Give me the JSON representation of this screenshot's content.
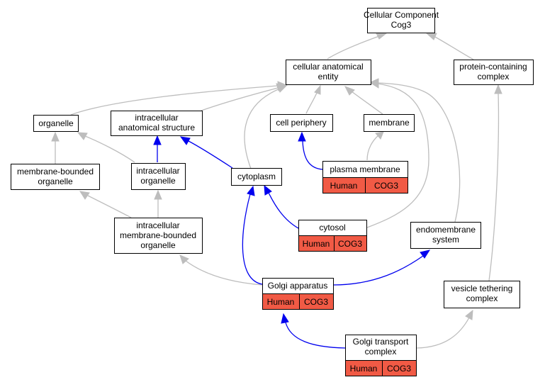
{
  "colors": {
    "is_a_edge": "#bdbdbd",
    "part_of_edge": "#0000ee",
    "annotation_fill": "#f15a45"
  },
  "nodes": {
    "cellular_component": {
      "lines": [
        "Cellular Component",
        "Cog3"
      ]
    },
    "cellular_anatomical_entity": {
      "lines": [
        "cellular anatomical",
        "entity"
      ]
    },
    "protein_containing_complex": {
      "lines": [
        "protein-containing",
        "complex"
      ]
    },
    "organelle": {
      "lines": [
        "organelle"
      ]
    },
    "intracellular_anatomical_structure": {
      "lines": [
        "intracellular",
        "anatomical structure"
      ]
    },
    "cell_periphery": {
      "lines": [
        "cell periphery"
      ]
    },
    "membrane": {
      "lines": [
        "membrane"
      ]
    },
    "membrane_bounded_organelle": {
      "lines": [
        "membrane-bounded",
        "organelle"
      ]
    },
    "intracellular_organelle": {
      "lines": [
        "intracellular",
        "organelle"
      ]
    },
    "cytoplasm": {
      "lines": [
        "cytoplasm"
      ]
    },
    "plasma_membrane": {
      "lines": [
        "plasma membrane"
      ],
      "annotation": [
        "Human",
        "COG3"
      ]
    },
    "intracellular_membrane_bounded_organelle": {
      "lines": [
        "intracellular",
        "membrane-bounded",
        "organelle"
      ]
    },
    "cytosol": {
      "lines": [
        "cytosol"
      ],
      "annotation": [
        "Human",
        "COG3"
      ]
    },
    "endomembrane_system": {
      "lines": [
        "endomembrane",
        "system"
      ]
    },
    "golgi_apparatus": {
      "lines": [
        "Golgi apparatus"
      ],
      "annotation": [
        "Human",
        "COG3"
      ]
    },
    "vesicle_tethering_complex": {
      "lines": [
        "vesicle tethering",
        "complex"
      ]
    },
    "golgi_transport_complex": {
      "lines": [
        "Golgi transport",
        "complex"
      ],
      "annotation": [
        "Human",
        "COG3"
      ]
    }
  }
}
